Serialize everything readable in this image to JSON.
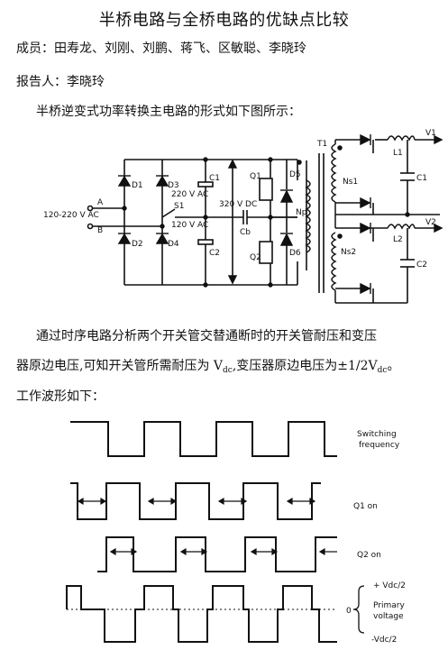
{
  "doc": {
    "title": "半桥电路与全桥电路的优缺点比较",
    "members_line": "成员：田寿龙、刘刚、刘鹏、蒋飞、区敏聪、李晓玲",
    "reporter_line": "报告人：李晓玲",
    "intro_line": "半桥逆变式功率转换主电路的形式如下图所示：",
    "analysis_line1": "通过时序电路分析两个开关管交替通断时的开关管耐压和变压",
    "analysis_line2_pre": "器原边电压,可知开关管所需耐压为 V",
    "analysis_sub1": "dc",
    "analysis_line2_mid": ",变压器原边电压为±1/2V",
    "analysis_sub2": "dc",
    "analysis_line2_end": "。",
    "waveform_intro": "工作波形如下："
  },
  "circuit": {
    "labels": {
      "input": "120-220 V AC",
      "a": "A",
      "b": "B",
      "s1": "S1",
      "v220": "220 V AC",
      "v120": "120 V AC",
      "d1": "D1",
      "d2": "D2",
      "d3": "D3",
      "d4": "D4",
      "c1": "C1",
      "c2": "C2",
      "vdc": "320 V DC",
      "cb": "Cb",
      "q1": "Q1",
      "q2": "Q2",
      "d5": "D5",
      "d6": "D6",
      "t1": "T1",
      "np": "Np",
      "ns1": "Ns1",
      "ns2": "Ns2",
      "l1": "L1",
      "l2": "L2",
      "c1o": "C1",
      "c2o": "C2",
      "v1": "V1",
      "v2": "V2"
    }
  },
  "waveforms": {
    "labels": {
      "switching": "Switching",
      "frequency": "frequency",
      "q1on": "Q1 on",
      "q2on": "Q2 on",
      "plus": "+ Vdc/2",
      "zero": "0",
      "primary": "Primary",
      "voltage": "voltage",
      "minus": "-Vdc/2"
    }
  }
}
